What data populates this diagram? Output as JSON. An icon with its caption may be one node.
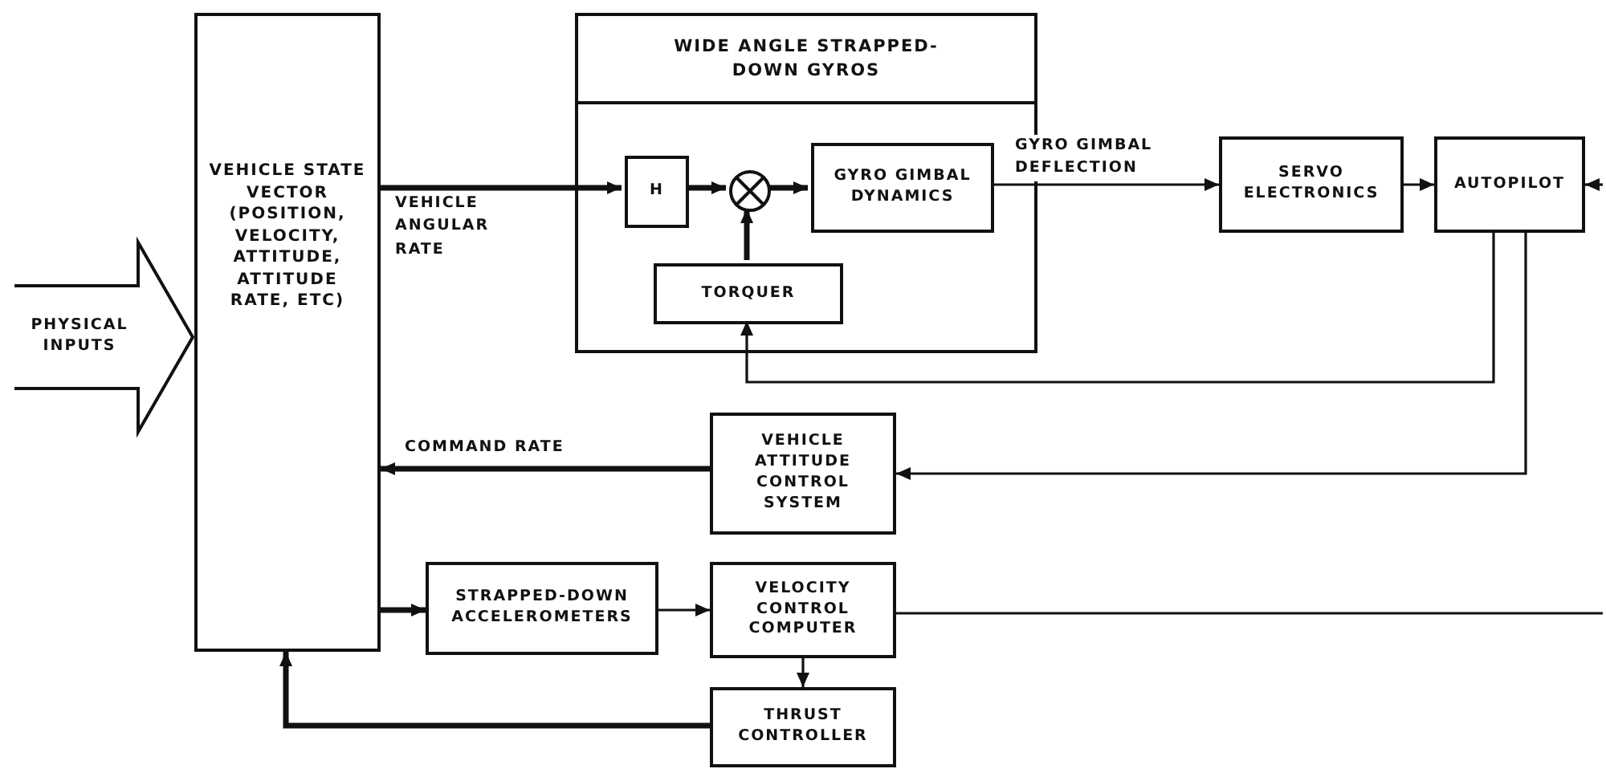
{
  "diagram": {
    "nodes": [
      {
        "text": [
          "PHYSICAL INPUTS"
        ]
      },
      {
        "text": [
          "VEHICLE STATE VECTOR (POSITION, VELOCITY, ATTITUDE, ATTITUDE RATE, ETC)"
        ]
      },
      {
        "text": [
          "WIDE ANGLE STRAPPED-DOWN GYROS"
        ]
      },
      {
        "text": [
          "H"
        ],
        "in": 2
      },
      {
        "text": [],
        "shape": "circle",
        "in": 2
      },
      {
        "text": [
          "GYRO GIMBAL DYNAMICS"
        ],
        "in": 2
      },
      {
        "text": [
          "TORQUER"
        ],
        "in": 2
      },
      {
        "text": [
          "SERVO ELECTRONICS"
        ]
      },
      {
        "text": [
          "AUTOPILOT"
        ]
      },
      {
        "text": [
          "VEHICLE ATTITUDE CONTROL SYSTEM"
        ]
      },
      {
        "text": [
          "STRAPPED-DOWN ACCELEROMETERS"
        ]
      },
      {
        "text": [
          "VELOCITY CONTROL COMPUTER"
        ]
      },
      {
        "text": [
          "THRUST CONTROLLER"
        ]
      }
    ],
    "edges": [
      {
        "from": 1,
        "to": 3,
        "arrow": "to",
        "label": "VEHICLE ANGULAR RATE",
        "style": "thick"
      },
      {
        "from": 3,
        "to": 4,
        "arrow": "to",
        "style": "thick"
      },
      {
        "from": 4,
        "to": 5,
        "arrow": "to",
        "style": "thick"
      },
      {
        "from": 6,
        "to": 4,
        "arrow": "to",
        "style": "thick"
      },
      {
        "from": 5,
        "to": 7,
        "arrow": "to",
        "label": "GYRO GIMBAL DEFLECTION"
      },
      {
        "from": 7,
        "to": 8,
        "arrow": "to"
      },
      {
        "from": null,
        "to": 8,
        "arrow": "to"
      },
      {
        "from": 8,
        "to": 6,
        "arrow": "to"
      },
      {
        "from": 8,
        "to": 9,
        "arrow": "to"
      },
      {
        "from": 9,
        "to": 1,
        "arrow": "to",
        "label": "COMMAND RATE",
        "style": "thick"
      },
      {
        "from": 1,
        "to": 10,
        "arrow": "to",
        "style": "thick"
      },
      {
        "from": 10,
        "to": 11,
        "arrow": "to"
      },
      {
        "from": 11,
        "to": null,
        "arrow": "none"
      },
      {
        "from": 11,
        "to": 12,
        "arrow": "to"
      },
      {
        "from": 12,
        "to": 1,
        "arrow": "to",
        "style": "thick"
      }
    ]
  }
}
